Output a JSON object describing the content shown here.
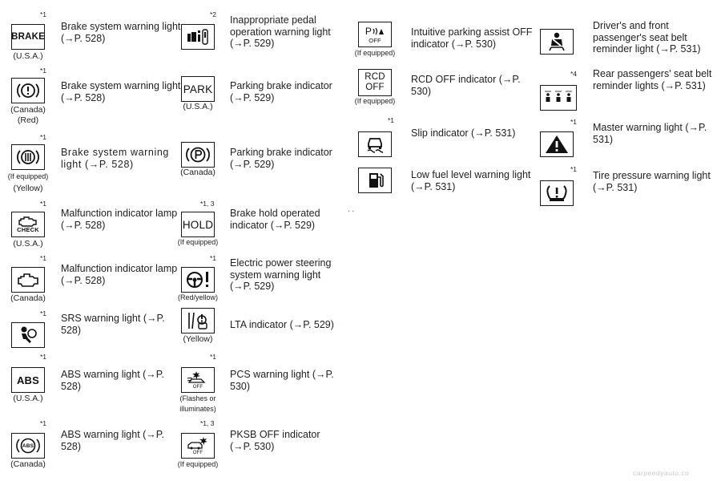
{
  "indicators": {
    "brake_usa": {
      "sup": "*1",
      "icon_text": "BRAKE",
      "note": "(U.S.A.)",
      "desc": "Brake system warning light (→P. 528)"
    },
    "brake_canada": {
      "sup": "*1",
      "note": "(Canada)\n(Red)",
      "desc": "Brake system warning light (→P. 528)"
    },
    "brake_yellow": {
      "sup": "*1",
      "note_a": "(If equipped)",
      "note_b": "(Yellow)",
      "desc": "Brake system warning light (→P. 528)"
    },
    "mil_usa": {
      "sup": "*1",
      "icon_text": "CHECK",
      "note": "(U.S.A.)",
      "desc": "Malfunction indicator lamp (→P. 528)"
    },
    "mil_canada": {
      "sup": "*1",
      "note": "(Canada)",
      "desc": "Malfunction indicator lamp (→P. 528)"
    },
    "srs": {
      "sup": "*1",
      "desc": "SRS warning light (→P. 528)"
    },
    "abs_usa": {
      "sup": "*1",
      "icon_text": "ABS",
      "note": "(U.S.A.)",
      "desc": "ABS warning light (→P. 528)"
    },
    "abs_canada": {
      "sup": "*1",
      "icon_text": "ABS",
      "note": "(Canada)",
      "desc": "ABS warning light (→P. 528)"
    },
    "pedal": {
      "sup": "*2",
      "desc": "Inappropriate pedal operation warning light (→P. 529)"
    },
    "park_usa": {
      "icon_text": "PARK",
      "note": "(U.S.A.)",
      "desc": "Parking brake indicator (→P. 529)"
    },
    "park_canada": {
      "note": "(Canada)",
      "desc": "Parking brake indicator (→P. 529)"
    },
    "hold": {
      "sup": "*1, 3",
      "icon_text": "HOLD",
      "note": "(If equipped)",
      "desc": "Brake hold operated indicator (→P. 529)"
    },
    "eps": {
      "sup": "*1",
      "note": "(Red/yellow)",
      "desc": "Electric power steering system warning light (→P. 529)"
    },
    "lta": {
      "note": "(Yellow)",
      "desc": "LTA indicator (→P. 529)"
    },
    "pcs": {
      "sup": "*1",
      "icon_text": "OFF",
      "note": "(Flashes or\nilluminates)",
      "desc": "PCS warning light (→P. 530)"
    },
    "pksb": {
      "sup": "*1, 3",
      "icon_text": "OFF",
      "note": "(If equipped)",
      "desc": "PKSB OFF indicator (→P. 530)"
    },
    "ipa": {
      "icon_text_top": "P",
      "icon_text_bottom": "OFF",
      "note": "(If equipped)",
      "desc": "Intuitive parking assist OFF indicator (→P. 530)"
    },
    "rcd": {
      "icon_text_top": "RCD",
      "icon_text_bottom": "OFF",
      "note": "(If equipped)",
      "desc": "RCD OFF indicator (→P. 530)"
    },
    "slip": {
      "sup": "*1",
      "desc": "Slip indicator (→P. 531)"
    },
    "fuel": {
      "desc": "Low fuel level warning light (→P. 531)"
    },
    "seatbelt_front": {
      "desc": "Driver's and front passenger's seat belt reminder light (→P. 531)"
    },
    "seatbelt_rear": {
      "sup": "*4",
      "desc": "Rear passengers' seat belt reminder lights (→P. 531)"
    },
    "master": {
      "sup": "*1",
      "desc": "Master warning light (→P. 531)"
    },
    "tire": {
      "sup": "*1",
      "desc": "Tire pressure warning light (→P. 531)"
    }
  },
  "ellipsis": ". .",
  "watermark": "carpeedyauto.co"
}
